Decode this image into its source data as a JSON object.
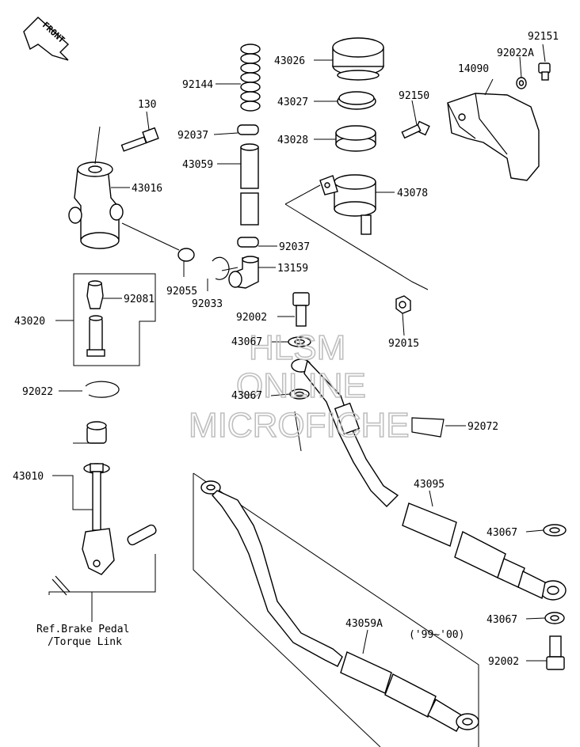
{
  "front_marker": "FRONT",
  "labels": {
    "p92151": "92151",
    "p92022A": "92022A",
    "p14090": "14090",
    "p43026": "43026",
    "p92144": "92144",
    "p130": "130",
    "p43027": "43027",
    "p92150": "92150",
    "p92037a": "92037",
    "p43028": "43028",
    "p43059": "43059",
    "p43016": "43016",
    "p43078": "43078",
    "p92037b": "92037",
    "p13159": "13159",
    "p92055": "92055",
    "p92033": "92033",
    "p92081": "92081",
    "p43020": "43020",
    "p92002a": "92002",
    "p92015": "92015",
    "p43067a": "43067",
    "p43067b": "43067",
    "p92022": "92022",
    "p92072": "92072",
    "p43010": "43010",
    "p43095": "43095",
    "p43067c": "43067",
    "p43059A": "43059A",
    "p43067d": "43067",
    "p92002b": "92002"
  },
  "year_note": "('99~'00)",
  "ref_note": {
    "line1": "Ref.Brake Pedal",
    "line2": "/Torque Link"
  },
  "watermark": {
    "line1": "HLSM",
    "line2": "ONLINE",
    "line3": "MICROFICHE"
  }
}
